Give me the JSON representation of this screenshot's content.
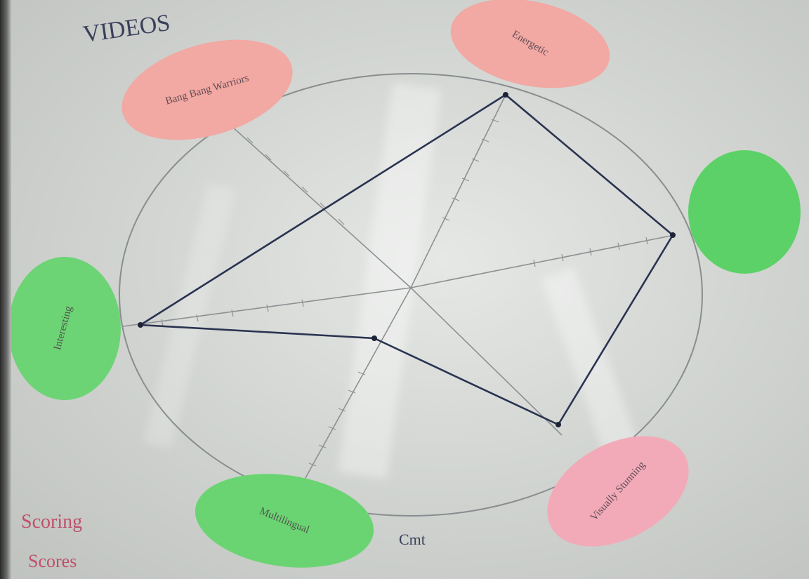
{
  "photo": {
    "subject": "hand-drawn chart on paper",
    "corner_note": "VIDEOS",
    "bottom_left_note": [
      "Scoring",
      "Scores"
    ],
    "bottom_mark": "Cmt",
    "labels": [
      {
        "color": "pink",
        "text": "Bang Bang Warriors"
      },
      {
        "color": "pink",
        "text": "Energetic"
      },
      {
        "color": "green",
        "text": ""
      },
      {
        "color": "green",
        "text": "Interesting"
      },
      {
        "color": "green",
        "text": "Multilingual"
      },
      {
        "color": "pink",
        "text": "Visually Stunning"
      }
    ]
  },
  "colors": {
    "pink_label": "#f2a8a3",
    "green_label": "#5cd167",
    "ink_dark": "#2a3350",
    "pencil": "#8a8d8f"
  }
}
